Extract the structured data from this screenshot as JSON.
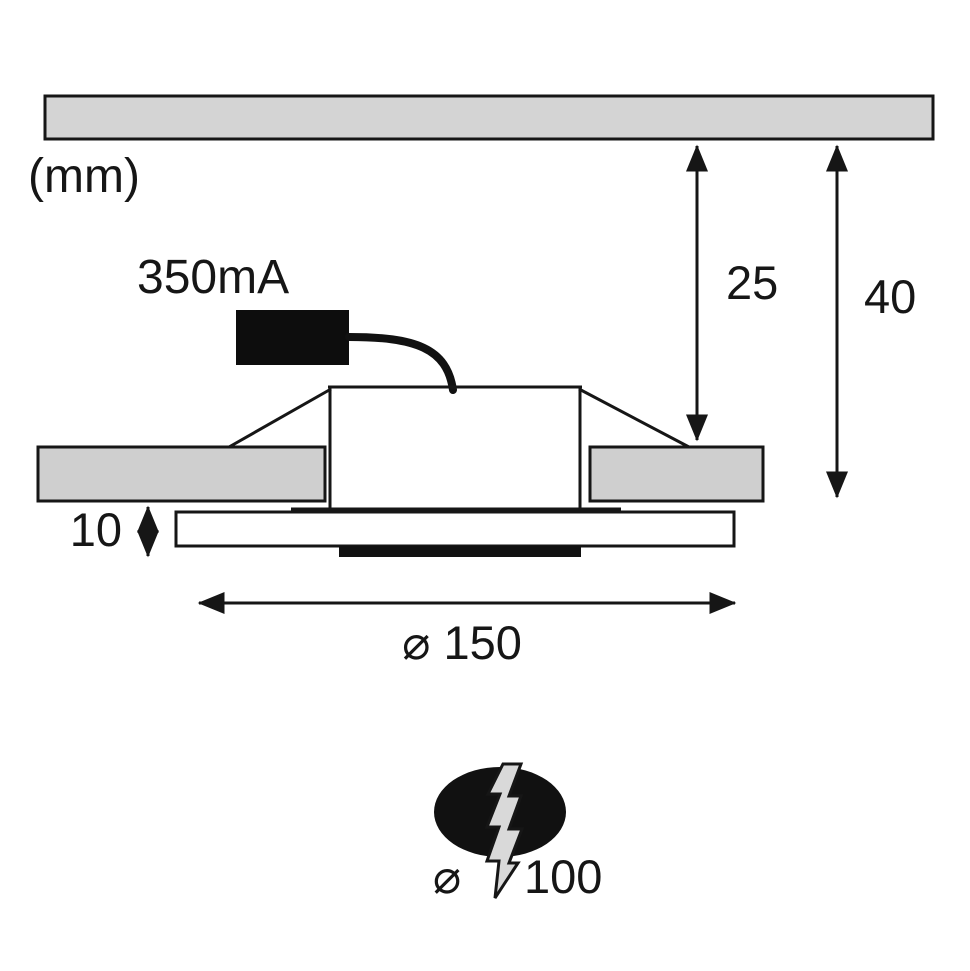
{
  "diagram": {
    "unit_label": "(mm)",
    "driver_current_label": "350mA",
    "recess_depth_label": "25",
    "total_depth_label": "40",
    "trim_height_label": "10",
    "trim_diameter_label": "⌀ 150",
    "cutout_diameter_symbol": "⌀",
    "cutout_diameter_value": "100"
  },
  "colors": {
    "line": "#161616",
    "ceiling_fill": "#d4d4d4",
    "panel_fill": "#cfcfcf",
    "driver_fill": "#0d0d0d",
    "housing_fill": "#ffffff",
    "trim_fill": "#ffffff",
    "lens_fill": "#111111",
    "cutout_fill": "#111111",
    "bolt_fill": "#d9d9d9",
    "background": "#ffffff"
  }
}
